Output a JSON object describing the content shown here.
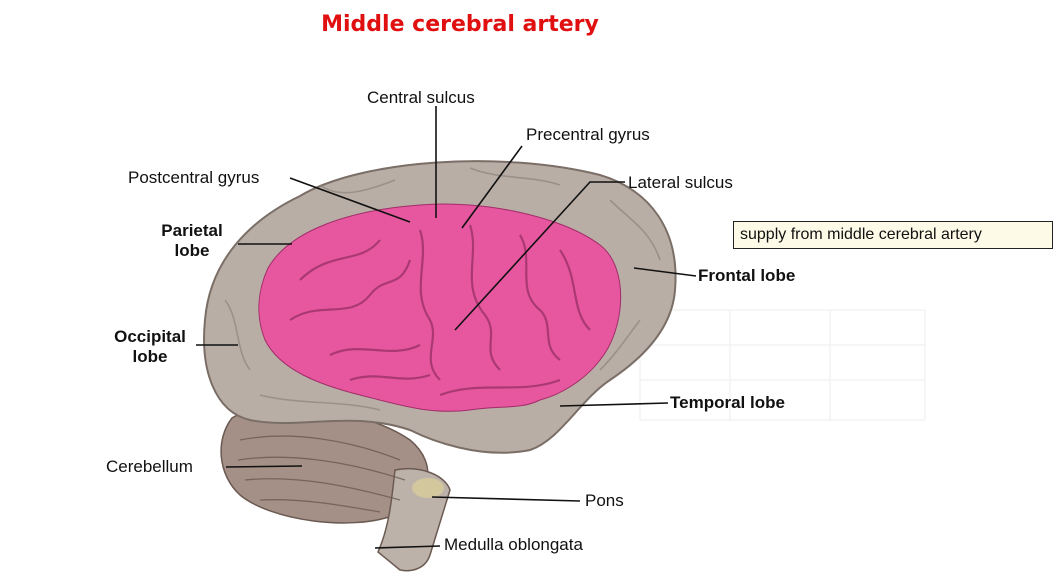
{
  "title": {
    "text": "Middle cerebral artery",
    "color": "#e01010"
  },
  "legend": {
    "text": "supply from middle cerebral artery",
    "highlight_color": "#e6579f"
  },
  "labels": {
    "central_sulcus": "Central sulcus",
    "precentral_gyrus": "Precentral gyrus",
    "postcentral_gyrus": "Postcentral gyrus",
    "lateral_sulcus": "Lateral sulcus",
    "parietal_lobe": "Parietal\nlobe",
    "frontal_lobe": "Frontal lobe",
    "occipital_lobe": "Occipital\nlobe",
    "temporal_lobe": "Temporal lobe",
    "cerebellum": "Cerebellum",
    "pons": "Pons",
    "medulla_oblongata": "Medulla oblongata"
  },
  "colors": {
    "brain": "#b9aea6",
    "territory": "#e6579f",
    "cerebellum": "#a49086"
  }
}
